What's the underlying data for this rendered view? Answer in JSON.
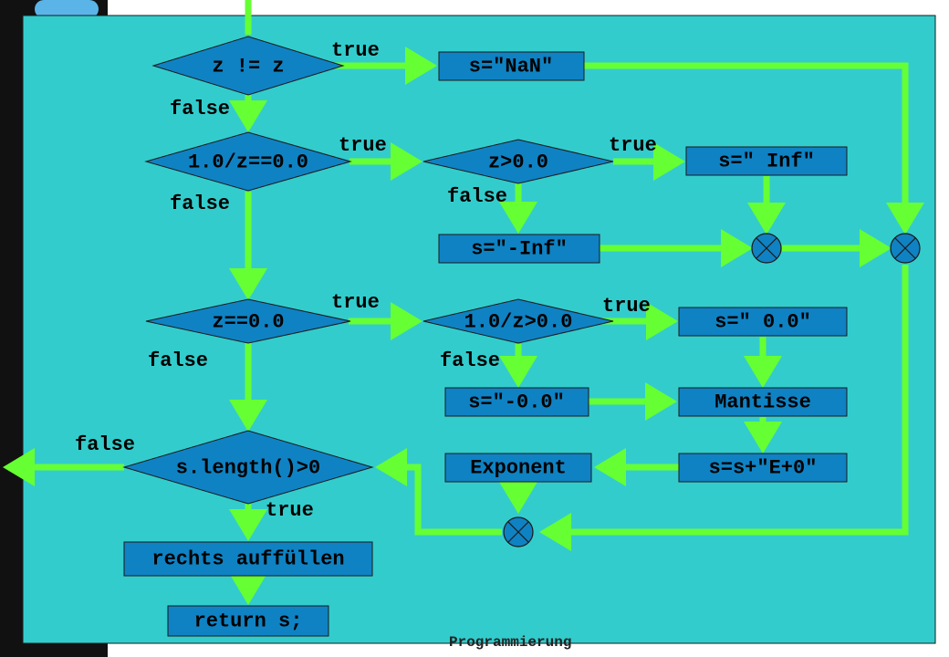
{
  "footer_text": "Programmierung",
  "colors": {
    "panel": "#33CCCC",
    "node": "#0F82C3",
    "arrow": "#66FF33",
    "text": "#000000"
  },
  "decisions": {
    "nan_check": "z != z",
    "inf_check": "1.0/z==0.0",
    "sign_inf": "z>0.0",
    "zero_check": "z==0.0",
    "sign_zero": "1.0/z>0.0",
    "length_check": "s.length()>0"
  },
  "processes": {
    "nan": "s=\"NaN\"",
    "pos_inf": "s=\" Inf\"",
    "neg_inf": "s=\"-Inf\"",
    "pos_zero": "s=\" 0.0\"",
    "neg_zero": "s=\"-0.0\"",
    "mantissa": "Mantisse",
    "exponent": "Exponent",
    "append_exp": "s=s+\"E+0\"",
    "pad_right": "rechts auffüllen",
    "return": "return s;"
  },
  "branch_labels": {
    "nan_true": "true",
    "nan_false": "false",
    "inf_true": "true",
    "inf_false": "false",
    "sign_inf_true": "true",
    "sign_inf_false": "false",
    "zero_true": "true",
    "zero_false": "false",
    "sign_zero_true": "true",
    "sign_zero_false": "false",
    "length_false": "false",
    "length_true": "true"
  },
  "icons": [
    "merge-junction-icon"
  ]
}
